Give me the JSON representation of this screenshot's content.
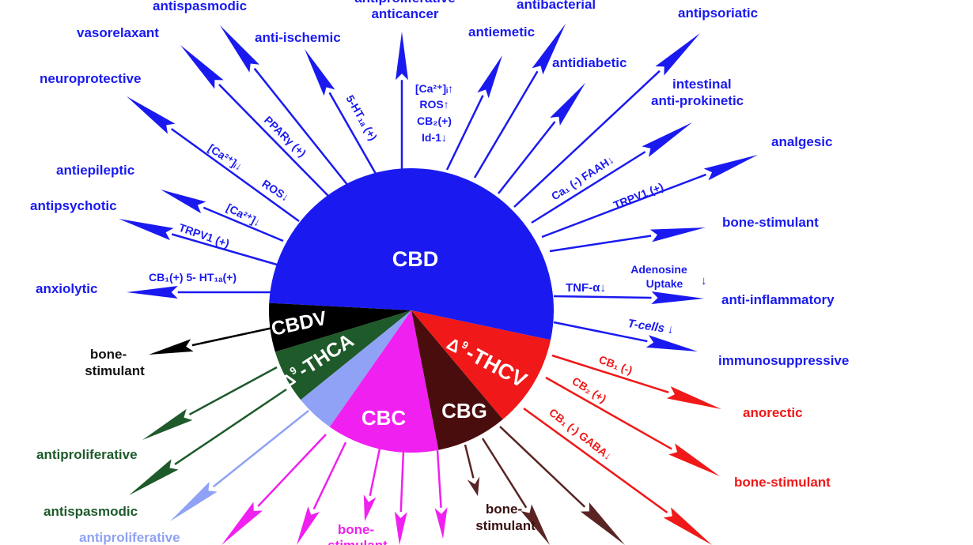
{
  "title": "Pharmacological actions of non-psychotropic cannabinoids",
  "colors": {
    "CBD": "#1a1af0",
    "CBDV": "#000000",
    "THCA": "#1e5a2a",
    "THCA_light": "#8fa2f5",
    "CBC": "#f020f0",
    "CBG": "#4a0d0d",
    "THCV": "#f01818",
    "CBG_arrow": "#5a2424"
  },
  "slices": [
    {
      "name": "CBD",
      "label": "CBD",
      "color_key": "CBD",
      "start_deg": 183,
      "end_deg": 372
    },
    {
      "name": "CBDV",
      "label": "CBDV",
      "color_key": "CBDV",
      "start_deg": 163,
      "end_deg": 183
    },
    {
      "name": "THCA",
      "label": "Δ9-THCA",
      "color_key": "THCA",
      "start_deg": 141,
      "end_deg": 163
    },
    {
      "name": "THCA-light",
      "label": "",
      "color_key": "THCA_light",
      "start_deg": 125,
      "end_deg": 141
    },
    {
      "name": "CBC",
      "label": "CBC",
      "color_key": "CBC",
      "start_deg": 79,
      "end_deg": 125
    },
    {
      "name": "CBG",
      "label": "CBG",
      "color_key": "CBG",
      "start_deg": 50,
      "end_deg": 79
    },
    {
      "name": "THCV",
      "label": "Δ9-THCV",
      "color_key": "THCV",
      "start_deg": 12,
      "end_deg": 50
    }
  ],
  "cbd_effects": [
    {
      "effect": "anxiolytic",
      "mechanism": "CB1(+) 5- HT1A(+)"
    },
    {
      "effect": "antipsychotic",
      "mechanism": "TRPV1 (+)"
    },
    {
      "effect": "antiepileptic",
      "mechanism": "[Ca2+]↓"
    },
    {
      "effect": "neuroprotective",
      "mechanism": "[Ca2+]i↓ ROS↓"
    },
    {
      "effect": "vasorelaxant",
      "mechanism": "PPARγ (+)"
    },
    {
      "effect": "antispasmodic",
      "mechanism": ""
    },
    {
      "effect": "anti-ischemic",
      "mechanism": "5-HT1A (+)"
    },
    {
      "effect": "antiproliferative anticancer",
      "mechanism": "[Ca2+]i↑ ROS↑ CB2(+) Id-1↓"
    },
    {
      "effect": "antiemetic",
      "mechanism": ""
    },
    {
      "effect": "antibacterial",
      "mechanism": ""
    },
    {
      "effect": "antidiabetic",
      "mechanism": ""
    },
    {
      "effect": "antipsoriatic",
      "mechanism": ""
    },
    {
      "effect": "intestinal anti-prokinetic",
      "mechanism": "Ca1 (-) FAAH↓"
    },
    {
      "effect": "analgesic",
      "mechanism": "TRPV1 (+)"
    },
    {
      "effect": "bone-stimulant",
      "mechanism": ""
    },
    {
      "effect": "anti-inflammatory",
      "mechanism": "TNF-α↓ Adenosine Uptake ↓"
    },
    {
      "effect": "immunosuppressive",
      "mechanism": "T-cells ↓"
    }
  ],
  "labels": {
    "CBD": "CBD",
    "CBDV": "CBDV",
    "THCA_delta": "Δ",
    "THCA_sup": "9",
    "THCA_rest": "-THCA",
    "THCV_delta": "Δ",
    "THCV_sup": "9",
    "THCV_rest": "-THCV",
    "CBC": "CBC",
    "CBG": "CBG",
    "anxiolytic": "anxiolytic",
    "antipsychotic": "antipsychotic",
    "antiepileptic": "antiepileptic",
    "neuroprotective": "neuroprotective",
    "vasorelaxant": "vasorelaxant",
    "antispasmodic_top": "antispasmodic",
    "anti_ischemic": "anti-ischemic",
    "antiproliferative_top": "antiproliferative",
    "anticancer": "anticancer",
    "antiemetic": "antiemetic",
    "antibacterial": "antibacterial",
    "antidiabetic": "antidiabetic",
    "antipsoriatic": "antipsoriatic",
    "intestinal": "intestinal",
    "anti_prokinetic": "anti-prokinetic",
    "analgesic": "analgesic",
    "bone_stimulant_cbd": "bone-stimulant",
    "anti_inflammatory": "anti-inflammatory",
    "immunosuppressive": "immunosuppressive",
    "anorectic": "anorectic",
    "bone_stimulant_thcv": "bone-stimulant",
    "bone_cbdv_1": "bone-",
    "bone_cbdv_2": "stimulant",
    "antiproliferative_thca": "antiproliferative",
    "antispasmodic_thca": "antispasmodic",
    "antiproliferative_light": "antiproliferative",
    "bone_cbc_1": "bone-",
    "bone_cbc_2": "stimulant",
    "bone_cbg_1": "bone-",
    "bone_cbg_2": "stimulant"
  },
  "mechanisms": {
    "anxiolytic": "CB₁(+) 5- HT₁ₐ(+)",
    "antipsychotic": "TRPV1 (+)",
    "antiepileptic": "[Ca²⁺]↓",
    "neuro_1": "[Ca²⁺]ᵢ↓",
    "neuro_2": "ROS↓",
    "vasorelaxant": "PPARγ (+)",
    "anti_ischemic": "5-HT₁ₐ (+)",
    "anticancer_1": "[Ca²⁺]ᵢ↑",
    "anticancer_2": "ROS↑",
    "anticancer_3": "CB₂(+)",
    "anticancer_4": "Id-1↓",
    "prokinetic": "Ca₁ (-) FAAH↓",
    "analgesic": "TRPV1 (+)",
    "tnf": "TNF-α↓",
    "adenosine_1": "Adenosine",
    "adenosine_2": "Uptake",
    "adenosine_arrow": "↓",
    "tcells": "T-cells ↓",
    "thcv_1": "CB₁ (-)",
    "thcv_2": "CB₂ (+)",
    "thcv_3": "CB₁ (-) GABA↓"
  }
}
